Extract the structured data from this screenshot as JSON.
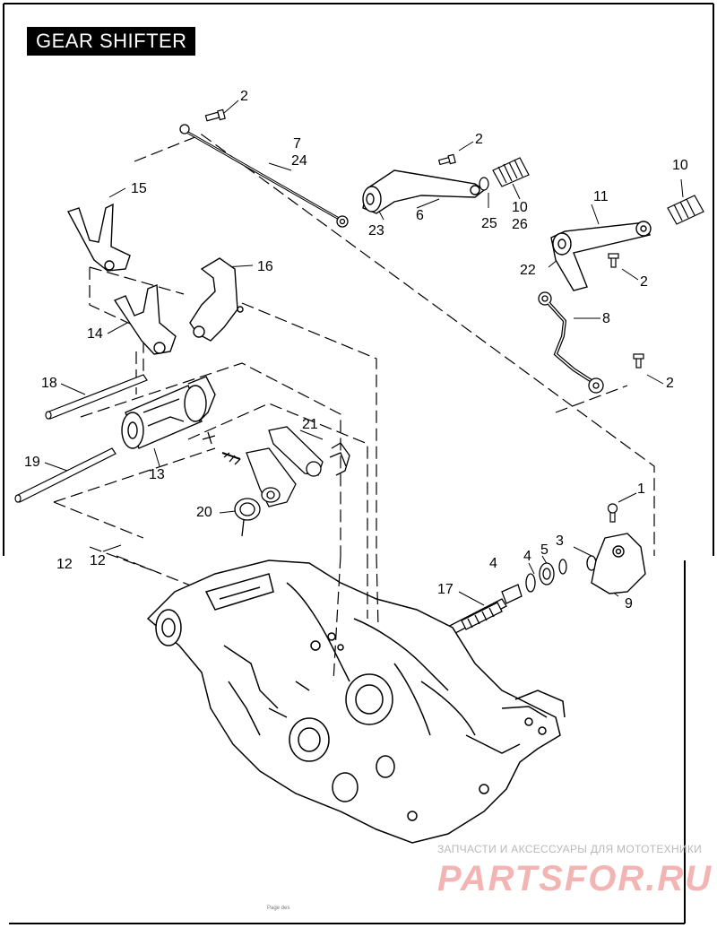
{
  "title": "GEAR SHIFTER",
  "callouts": {
    "c1": "1",
    "c2a": "2",
    "c2b": "2",
    "c2c": "2",
    "c2d": "2",
    "c3": "3",
    "c4a": "4",
    "c4b": "4",
    "c5": "5",
    "c6": "6",
    "c7": "7",
    "c8": "8",
    "c9": "9",
    "c10a": "10",
    "c10b": "10",
    "c11": "11",
    "c12a": "12",
    "c12b": "12",
    "c13": "13",
    "c14": "14",
    "c15": "15",
    "c16": "16",
    "c17": "17",
    "c18": "18",
    "c19": "19",
    "c20": "20",
    "c21": "21",
    "c22": "22",
    "c23": "23",
    "c24": "24",
    "c25": "25",
    "c26": "26"
  },
  "watermark": {
    "subtitle": "ЗАПЧАСТИ И АКСЕССУАРЫ ДЛЯ МОТОТЕХНИКИ",
    "brand": "PARTSFOR.RU"
  },
  "footer": {
    "page_note": "Page des"
  }
}
